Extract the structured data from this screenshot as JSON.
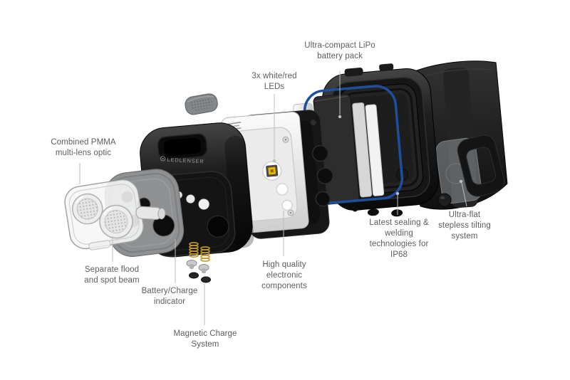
{
  "figure": {
    "kind": "exploded-view product diagram",
    "product": "compact headlamp",
    "background": "#ffffff"
  },
  "product": {
    "brand_logo_text": "LEDLENSER"
  },
  "colors": {
    "label_text": "#5c5c5c",
    "leader_line": "#bdbdbd",
    "seal_blue": "#1d4f9e",
    "led_yellow": "#e8b800",
    "spring_gold": "#c19a2e",
    "housing_black": "#141414",
    "gasket_grey": "#8e9092",
    "pcb_silver": "#e9e9e9"
  },
  "callouts": {
    "pmma_optic": {
      "text": "Combined PMMA\nmulti-lens optic"
    },
    "lipo_battery": {
      "text": "Ultra-compact LiPo\nbattery pack"
    },
    "leds": {
      "text": "3x white/red\nLEDs"
    },
    "flood_spot": {
      "text": "Separate flood\nand spot beam"
    },
    "charge_indicator": {
      "text": "Battery/Charge\nindicator"
    },
    "magnetic_charge": {
      "text": "Magnetic Charge\nSystem"
    },
    "electronics": {
      "text": "High quality\nelectronic\ncomponents"
    },
    "sealing_ip68": {
      "text": "Latest sealing &\nwelding\ntechnologies for\nIP68"
    },
    "tilting": {
      "text": "Ultra-flat\nstepless tilting\nsystem"
    }
  }
}
